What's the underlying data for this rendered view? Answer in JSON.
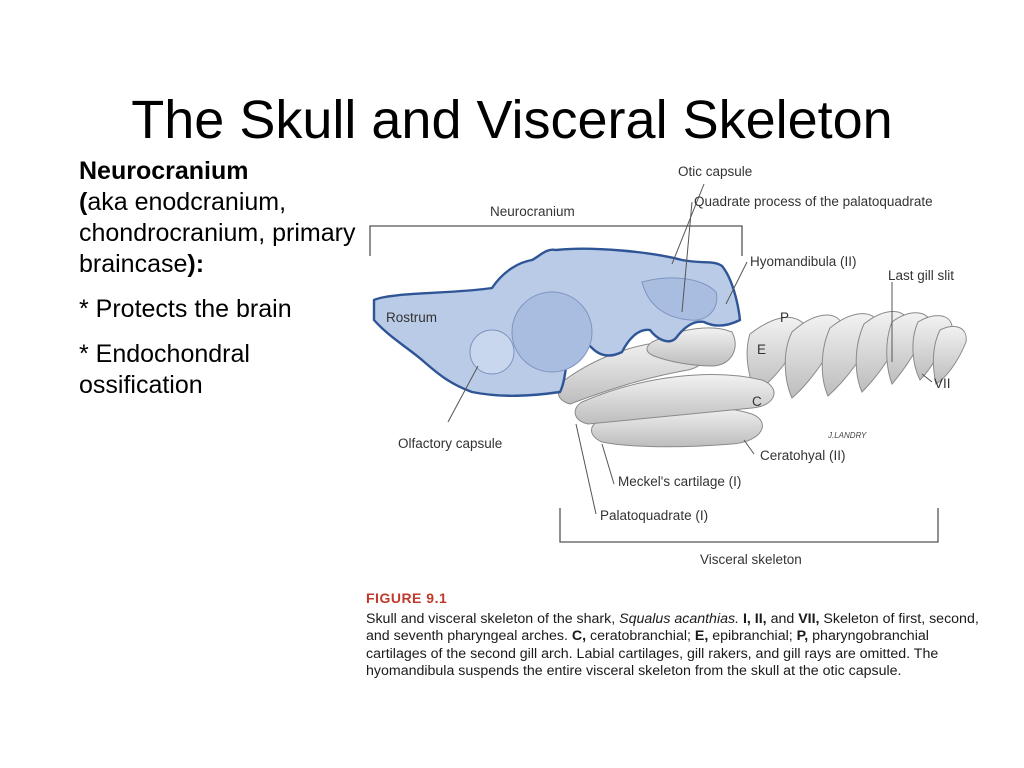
{
  "slide": {
    "title": "The Skull and Visceral Skeleton"
  },
  "left_panel": {
    "heading": "Neurocranium",
    "aka_open": "(",
    "aka_text": "aka enodcranium, chondrocranium, primary braincase",
    "aka_close": "):",
    "bullet1": "* Protects the brain",
    "bullet2": "* Endochondral ossification"
  },
  "figure": {
    "labels": {
      "otic_capsule": "Otic capsule",
      "quadrate_process": "Quadrate process of the palatoquadrate",
      "neurocranium": "Neurocranium",
      "hyomandibula": "Hyomandibula (II)",
      "last_gill_slit": "Last gill slit",
      "rostrum": "Rostrum",
      "p": "P",
      "e": "E",
      "c": "C",
      "vii": "VII",
      "olfactory_capsule": "Olfactory capsule",
      "signature": "J.LANDRY",
      "ceratohyal": "Ceratohyal (II)",
      "meckels": "Meckel's cartilage (I)",
      "palatoquadrate": "Palatoquadrate (I)",
      "visceral_skeleton": "Visceral skeleton"
    },
    "colors": {
      "outline": "#2f5597",
      "highlight_fill": "#b9cbe6",
      "bone_light": "#e6e6e6",
      "bone_mid": "#c8c8c8",
      "caption_head": "#c0392b"
    }
  },
  "caption": {
    "figure_number": "FIGURE 9.1",
    "part1": "Skull and visceral skeleton of the shark, ",
    "species": "Squalus acanthias.",
    "roman1": " I, II,",
    "and_word": " and ",
    "roman2": "VII,",
    "part2": " Skeleton of first, second, and seventh pharyngeal arches. ",
    "c_abbr": "C,",
    "part3": " ceratobranchial; ",
    "e_abbr": "E,",
    "part4": " epibranchial; ",
    "p_abbr": "P,",
    "part5": " pharyngobranchial cartilages of the second gill arch. Labial cartilages, gill rakers, and gill rays are omitted. The hyomandibula suspends the entire visceral skeleton from the skull at the otic capsule."
  }
}
